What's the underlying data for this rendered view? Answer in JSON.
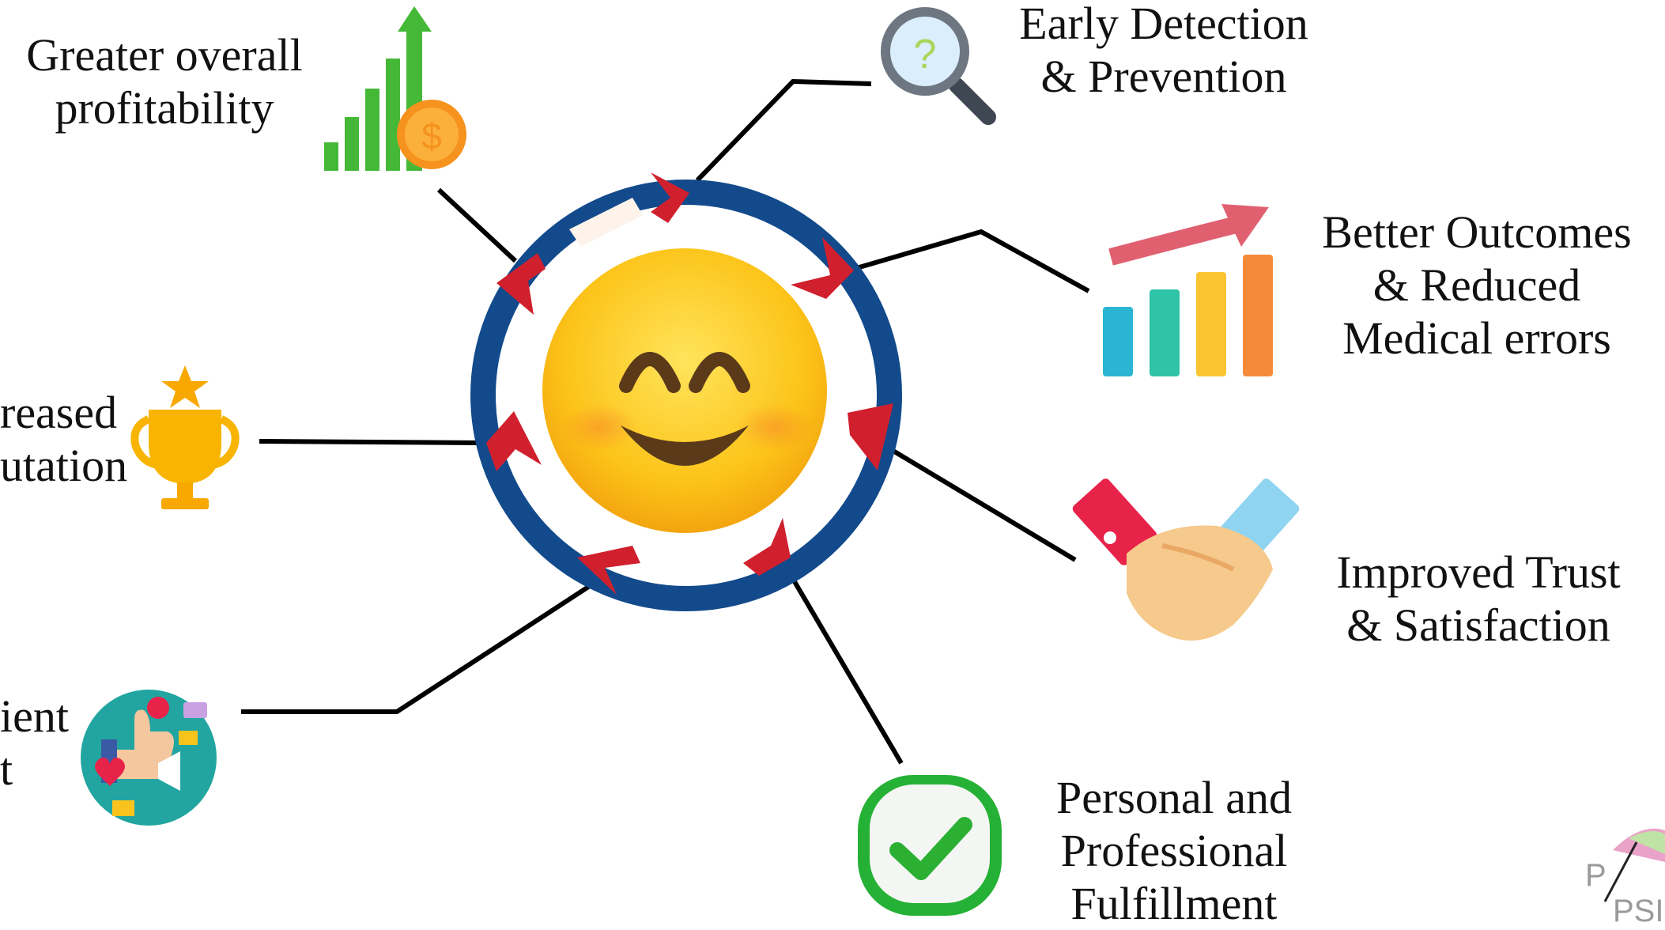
{
  "benefits": [
    {
      "id": "profitability",
      "icon": "bar-chart-dollar-icon",
      "lines": [
        "Greater overall",
        "profitability"
      ]
    },
    {
      "id": "early-detection",
      "icon": "magnifier-question-icon",
      "lines": [
        "Early Detection",
        "& Prevention"
      ]
    },
    {
      "id": "better-outcomes",
      "icon": "growth-chart-icon",
      "lines": [
        "Better Outcomes",
        "& Reduced",
        "Medical errors"
      ]
    },
    {
      "id": "reputation",
      "icon": "trophy-icon",
      "lines": [
        "reased",
        "utation"
      ]
    },
    {
      "id": "trust",
      "icon": "handshake-icon",
      "lines": [
        "Improved Trust",
        "& Satisfaction"
      ]
    },
    {
      "id": "patient",
      "icon": "social-feedback-icon",
      "lines": [
        "ient",
        "t"
      ]
    },
    {
      "id": "fulfillment",
      "icon": "checkmark-icon",
      "lines": [
        "Personal and",
        "Professional",
        "Fulfillment"
      ]
    }
  ],
  "center": {
    "icon": "smiling-face-emoji-icon"
  },
  "logo": {
    "top": "P",
    "bottom": "PSI",
    "icon": "umbrella-logo-icon"
  },
  "colors": {
    "ring": "#124a8c",
    "arrows": "#d0202e",
    "connectors": "#000000",
    "accent_green": "#3db83a"
  }
}
